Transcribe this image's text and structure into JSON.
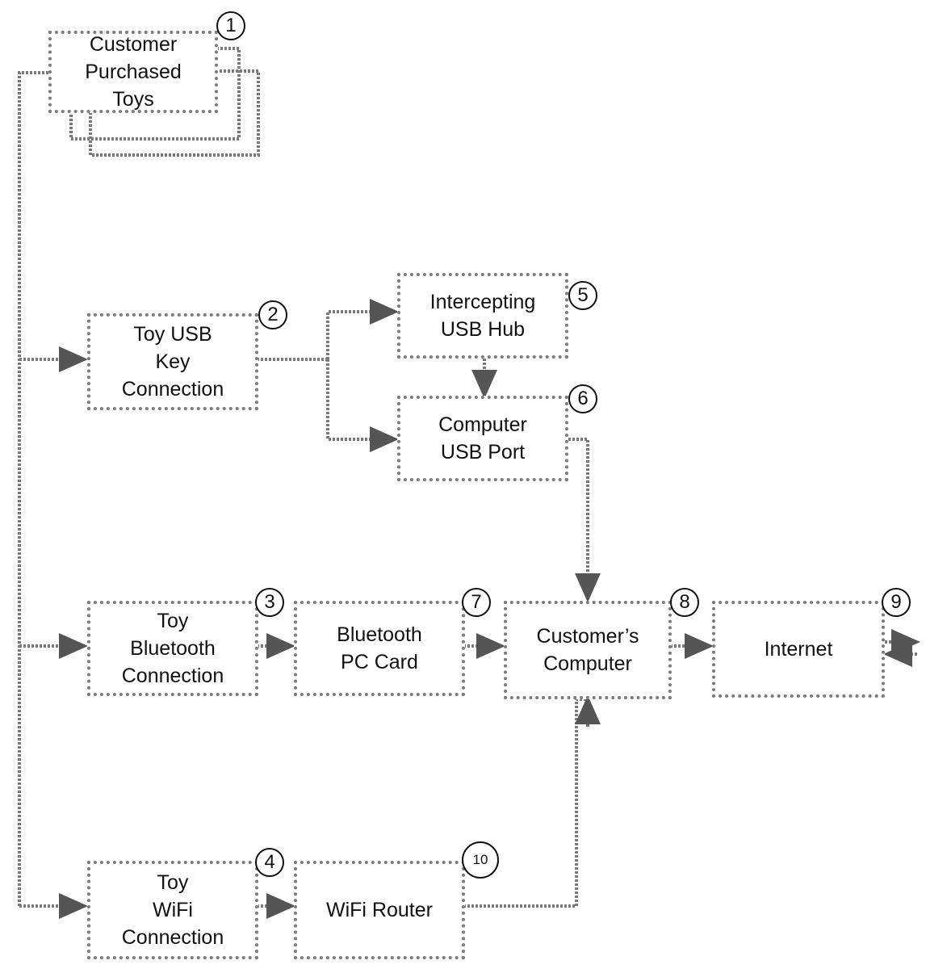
{
  "diagram": {
    "nodes": [
      {
        "id": "n1",
        "number": "1",
        "label": "Customer\nPurchased\nToys"
      },
      {
        "id": "n2",
        "number": "2",
        "label": "Toy USB\nKey\nConnection"
      },
      {
        "id": "n3",
        "number": "3",
        "label": "Toy\nBluetooth\nConnection"
      },
      {
        "id": "n4",
        "number": "4",
        "label": "Toy\nWiFi\nConnection"
      },
      {
        "id": "n5",
        "number": "5",
        "label": "Intercepting\nUSB Hub"
      },
      {
        "id": "n6",
        "number": "6",
        "label": "Computer\nUSB Port"
      },
      {
        "id": "n7",
        "number": "7",
        "label": "Bluetooth\nPC Card"
      },
      {
        "id": "n8",
        "number": "8",
        "label": "Customer’s\nComputer"
      },
      {
        "id": "n9",
        "number": "9",
        "label": "Internet"
      },
      {
        "id": "n10",
        "number": "10",
        "label": "WiFi Router"
      }
    ],
    "edges": [
      {
        "from": "n1",
        "to": "n2"
      },
      {
        "from": "n1",
        "to": "n3"
      },
      {
        "from": "n1",
        "to": "n4"
      },
      {
        "from": "n2",
        "to": "n5"
      },
      {
        "from": "n2",
        "to": "n6"
      },
      {
        "from": "n5",
        "to": "n6"
      },
      {
        "from": "n6",
        "to": "n8"
      },
      {
        "from": "n3",
        "to": "n7"
      },
      {
        "from": "n7",
        "to": "n8"
      },
      {
        "from": "n8",
        "to": "n9"
      },
      {
        "from": "n4",
        "to": "n10"
      },
      {
        "from": "n10",
        "to": "n8"
      },
      {
        "from": "n9",
        "to": "external",
        "bidirectional": true
      }
    ],
    "colors": {
      "line": "#7a7a7a",
      "text": "#111111",
      "background": "#ffffff"
    }
  }
}
